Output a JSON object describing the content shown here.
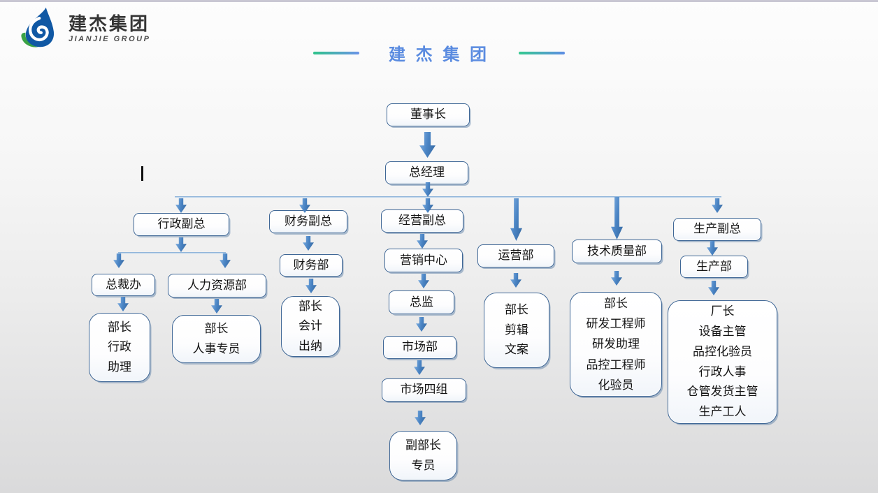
{
  "header": {
    "logo_cn": "建杰集团",
    "logo_en": "JIANJIE GROUP",
    "title": "建 杰 集 团"
  },
  "colors": {
    "title_blue": "#5a8be0",
    "deco_green": "#2fc38b",
    "node_border": "#3f6796",
    "arrow_blue": "#4a84c4",
    "logo_blue": "#1058a4",
    "logo_green": "#3ba345"
  },
  "org": {
    "chairman": "董事长",
    "gm": "总经理",
    "admin_vp": "行政副总",
    "finance_vp": "财务副总",
    "operating_vp": "经营副总",
    "operations_dept": "运营部",
    "tech_quality_dept": "技术质量部",
    "production_vp": "生产副总",
    "president_office": "总裁办",
    "hr_dept": "人力资源部",
    "finance_dept": "财务部",
    "marketing_center": "营销中心",
    "production_dept": "生产部",
    "po_staff": "部长\n行政\n助理",
    "hr_staff": "部长\n人事专员",
    "finance_staff": "部长\n会计\n出纳",
    "director": "总监",
    "ops_staff": "部长\n剪辑\n文案",
    "tech_staff": "部长\n研发工程师\n研发助理\n品控工程师\n化验员",
    "production_staff": "厂长\n设备主管\n品控化验员\n行政人事\n仓管发货主管\n生产工人",
    "market_dept": "市场部",
    "market_group4": "市场四组",
    "market_staff": "副部长\n专员"
  },
  "hierarchy": [
    [
      "董事长",
      [
        "总经理"
      ]
    ],
    [
      "总经理",
      [
        "行政副总",
        "财务副总",
        "经营副总",
        "运营部",
        "技术质量部",
        "生产副总"
      ]
    ],
    [
      "行政副总",
      [
        "总裁办",
        "人力资源部"
      ]
    ],
    [
      "总裁办",
      [
        "部长 行政 助理"
      ]
    ],
    [
      "人力资源部",
      [
        "部长 人事专员"
      ]
    ],
    [
      "财务副总",
      [
        "财务部"
      ]
    ],
    [
      "财务部",
      [
        "部长 会计 出纳"
      ]
    ],
    [
      "经营副总",
      [
        "营销中心"
      ]
    ],
    [
      "营销中心",
      [
        "总监"
      ]
    ],
    [
      "总监",
      [
        "市场部"
      ]
    ],
    [
      "市场部",
      [
        "市场四组"
      ]
    ],
    [
      "市场四组",
      [
        "副部长 专员"
      ]
    ],
    [
      "运营部",
      [
        "部长 剪辑 文案"
      ]
    ],
    [
      "技术质量部",
      [
        "部长 研发工程师 研发助理 品控工程师 化验员"
      ]
    ],
    [
      "生产副总",
      [
        "生产部"
      ]
    ],
    [
      "生产部",
      [
        "厂长 设备主管 品控化验员 行政人事 仓管发货主管 生产工人"
      ]
    ]
  ]
}
